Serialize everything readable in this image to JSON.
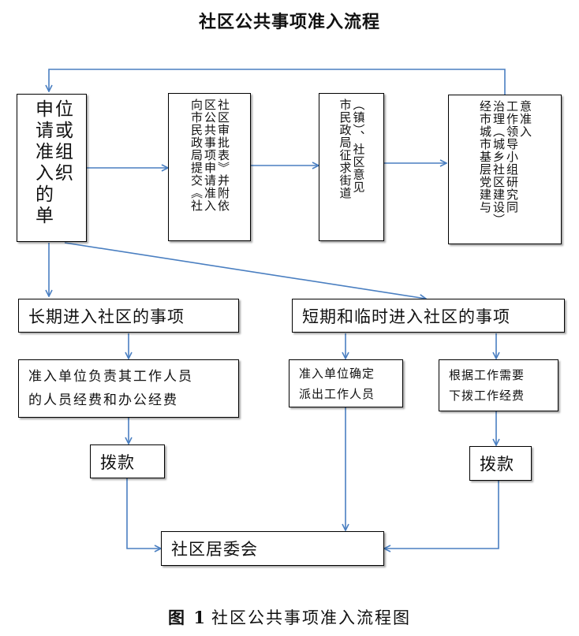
{
  "title": "社区公共事项准入流程",
  "caption": {
    "figure_number": "图 1",
    "text": "社区公共事项准入流程图"
  },
  "boxes": {
    "applicant": {
      "columns": [
        "位或组织",
        "申请准入的单"
      ]
    },
    "submit": {
      "columns": [
        "社区审批表》并附依",
        "区公共事项申请准入",
        "向市民政局提交《社"
      ]
    },
    "consult": {
      "columns": [
        "（镇）、社区意见",
        "市民政局征求街道"
      ]
    },
    "leadership": {
      "columns": [
        "意准入",
        "工作领导小组研究同",
        "治理（城乡社区建设）",
        "经市城市基层党建与"
      ]
    },
    "long_term": "长期进入社区的事项",
    "short_term": "短期和临时进入社区的事项",
    "long_bear": {
      "lines": [
        "准入单位负责其工作人员",
        "的人员经费和办公经费"
      ]
    },
    "short_staff": {
      "lines": [
        "准入单位确定",
        "派出工作人员"
      ]
    },
    "short_funds": {
      "lines": [
        "根据工作需要",
        "下拨工作经费"
      ]
    },
    "pay_left": "拨款",
    "pay_right": "拨款",
    "committee": "社区居委会"
  }
}
